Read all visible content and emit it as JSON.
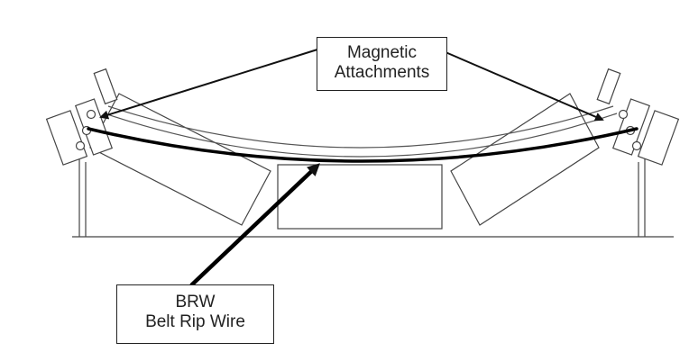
{
  "labels": {
    "magnetic": {
      "line1": "Magnetic",
      "line2": "Attachments"
    },
    "brw": {
      "line1": "BRW",
      "line2": "Belt Rip Wire"
    }
  },
  "colors": {
    "stroke": "#222222",
    "background": "#ffffff"
  }
}
